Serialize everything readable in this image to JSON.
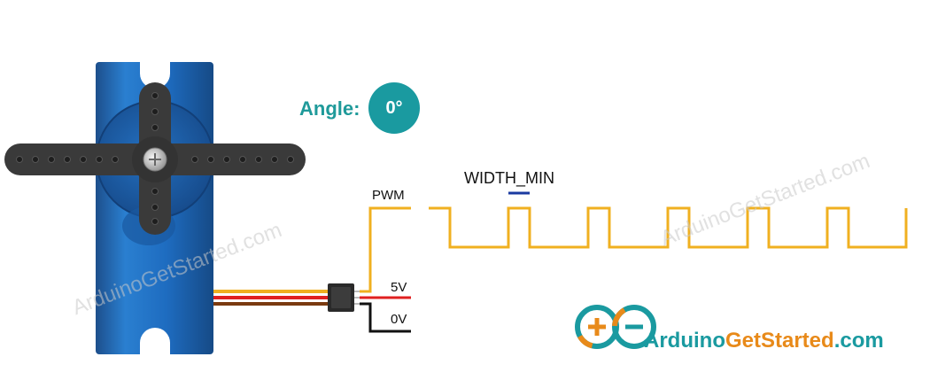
{
  "angle": {
    "label": "Angle:",
    "value": "0°"
  },
  "signal": {
    "pwm_label": "PWM",
    "v5_label": "5V",
    "v0_label": "0V",
    "width_label": "WIDTH_MIN"
  },
  "watermark": {
    "text": "ArduinoGetStarted.com"
  },
  "brand": {
    "part1": "Arduino",
    "part2": "GetStarted",
    "part3": ".com"
  },
  "colors": {
    "servo_body": "#1a63b0",
    "teal": "#1a9aa0",
    "orange": "#e88a1a",
    "pwm_wire": "#f0b020",
    "v5_wire": "#e02020",
    "v0_wire": "#111111",
    "brown_wire": "#7a3a10"
  }
}
